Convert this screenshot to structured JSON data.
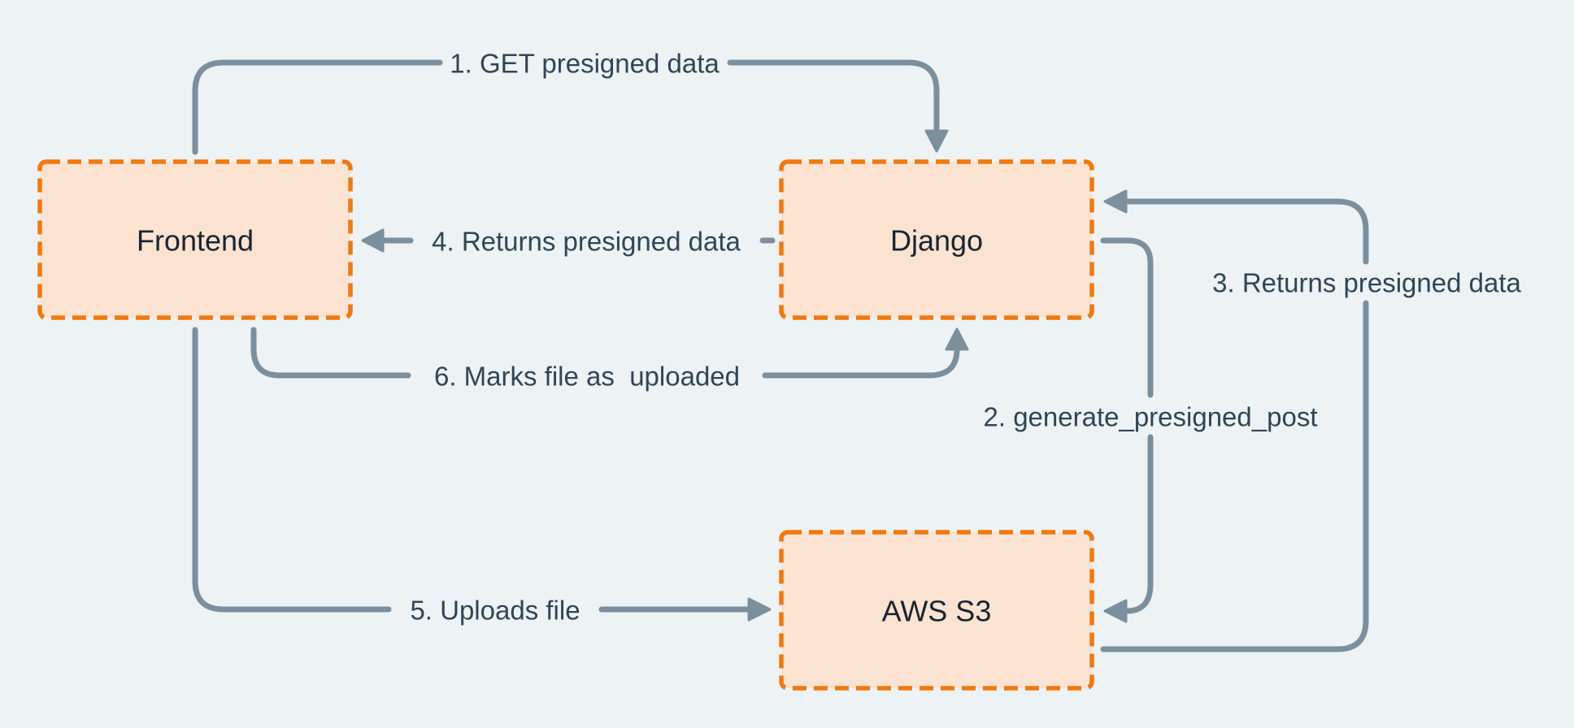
{
  "diagram": {
    "type": "flowchart",
    "colors": {
      "background": "#edf2f5",
      "arrow": "#7b8f9d",
      "edge_label_text": "#304555",
      "node_border": "#f0790f",
      "node_fill": "#fce3d1",
      "node_label_text": "#1a2430"
    },
    "nodes": [
      {
        "id": "frontend",
        "label": "Frontend"
      },
      {
        "id": "django",
        "label": "Django"
      },
      {
        "id": "aws-s3",
        "label": "AWS S3"
      }
    ],
    "edges": [
      {
        "id": "1",
        "label": "1. GET presigned data",
        "from": "frontend",
        "to": "django"
      },
      {
        "id": "2",
        "label": "2. generate_presigned_post",
        "from": "django",
        "to": "aws-s3"
      },
      {
        "id": "3",
        "label": "3. Returns presigned data",
        "from": "aws-s3",
        "to": "django"
      },
      {
        "id": "4",
        "label": "4. Returns presigned data",
        "from": "django",
        "to": "frontend"
      },
      {
        "id": "5",
        "label": "5. Uploads file",
        "from": "frontend",
        "to": "aws-s3"
      },
      {
        "id": "6",
        "label": "6. Marks file as  uploaded",
        "from": "frontend",
        "to": "django"
      }
    ]
  }
}
